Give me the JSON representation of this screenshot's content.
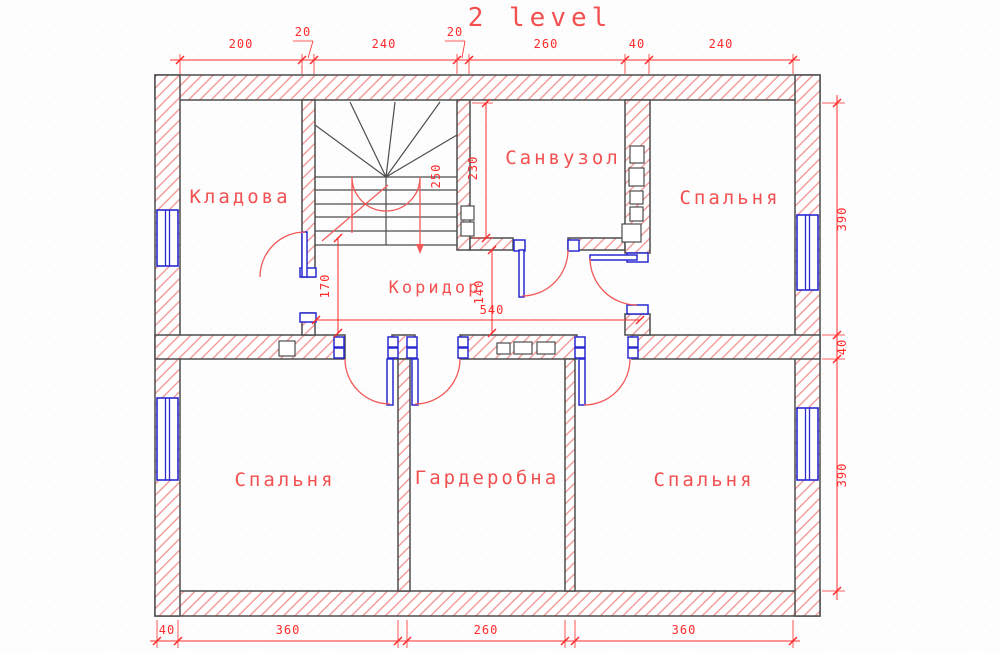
{
  "title": "2 level",
  "rooms": {
    "kladova": "Кладова",
    "sanvuzol": "Санвузол",
    "bedroom_top_right": "Спальня",
    "koridor": "Коридор",
    "bedroom_bottom_left": "Спальня",
    "harderobna": "Гардеробна",
    "bedroom_bottom_right": "Спальня"
  },
  "dims": {
    "top": [
      "200",
      "20",
      "240",
      "20",
      "260",
      "40",
      "240"
    ],
    "right": [
      "390",
      "40",
      "390"
    ],
    "bottom": [
      "40",
      "360",
      "260",
      "360"
    ],
    "interior": {
      "sanvuzol_depth": "230",
      "stair_run": "250",
      "koridor_left": "170",
      "koridor_width": "140",
      "koridor_length": "540"
    }
  },
  "colors": {
    "dim_red": "#ff2a2a",
    "label_red": "#f25050",
    "hatch_red": "#f09090",
    "wall_gray": "#4d4d4d",
    "window_blue": "#2a2ad0",
    "background": "#ffffff"
  }
}
